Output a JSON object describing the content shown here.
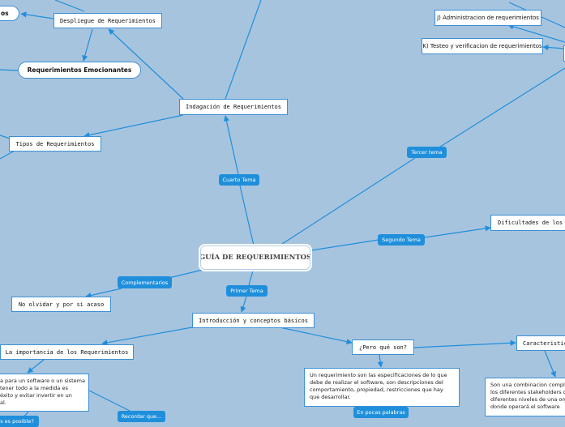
{
  "central": {
    "title": "GUÍA DE REQUERIMIENTOS"
  },
  "nodes": {
    "despliegue": "Despliegue de Requerimientos",
    "requerimientos_emocionantes": "Requerimientos Emocionantes",
    "top_left_pill": "os",
    "indagacion": "Indagación de Requerimientos",
    "tipos": "Tipos de Requerimientos",
    "administracion": "J) Administracion de requerimientos",
    "testeo": "K) Testeo y verificacion de requerimientos",
    "dificultades": "Dificultades de los R",
    "no_olvidar": "No olvidar y por si acaso",
    "introduccion": "Introducción y conceptos básicos",
    "importancia": "La importancia de los Requerimientos",
    "pero_que_son": "¿Pero qué son?",
    "caracteristicas": "Caracteristic"
  },
  "labels": {
    "cuarto_tema": "Cuarto Tema",
    "tercer_tema": "Tercer tema",
    "segundo_tema": "Segundo Tema",
    "complementarios": "Complementarios",
    "primer_tema": "Primer Tema",
    "en_pocas_palabras": "En pocas palabras",
    "recordar_que": "Recordar que...",
    "partial_bottom_left": "s es posible?"
  },
  "texts": {
    "definicion": [
      "Un requerimiento son las especificaciones de lo que",
      "debe de realizar el software, son descripciones del",
      "comportamiento, propiedad, restricciones que hay",
      "que desarrollar."
    ],
    "importancia_detalle": [
      "a para un software o un sistema",
      "tener todo a la medida es",
      "éxito y evitar invertir en un",
      "al."
    ],
    "caracteristicas_detalle": [
      "Son una combinacion compl",
      "los diferentes stakeholders q",
      "diferentes niveles de una org",
      "donde operará el software"
    ]
  },
  "colors": {
    "background": "#a7c4df",
    "connector": "#1f8fdb",
    "node_border": "#3d8fd4",
    "label_fill": "#1f8fdb"
  }
}
